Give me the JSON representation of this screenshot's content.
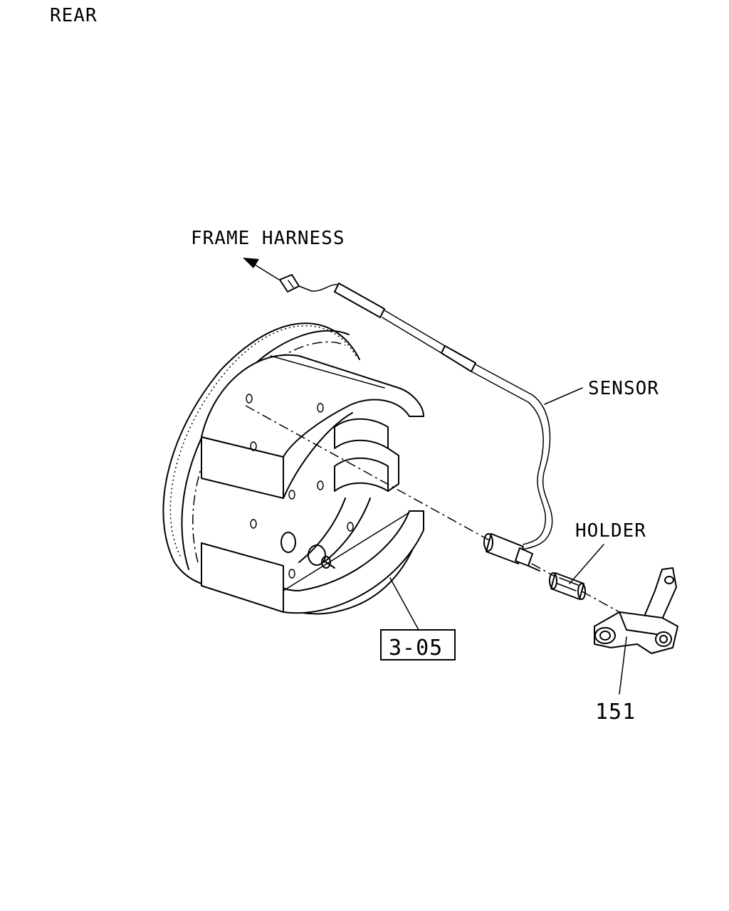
{
  "view_label": "REAR",
  "callouts": {
    "frame_harness": "FRAME HARNESS",
    "sensor": "SENSOR",
    "holder": "HOLDER",
    "ref_box": "3-05",
    "part_number": "151"
  },
  "colors": {
    "line": "#000000",
    "background": "#ffffff"
  }
}
